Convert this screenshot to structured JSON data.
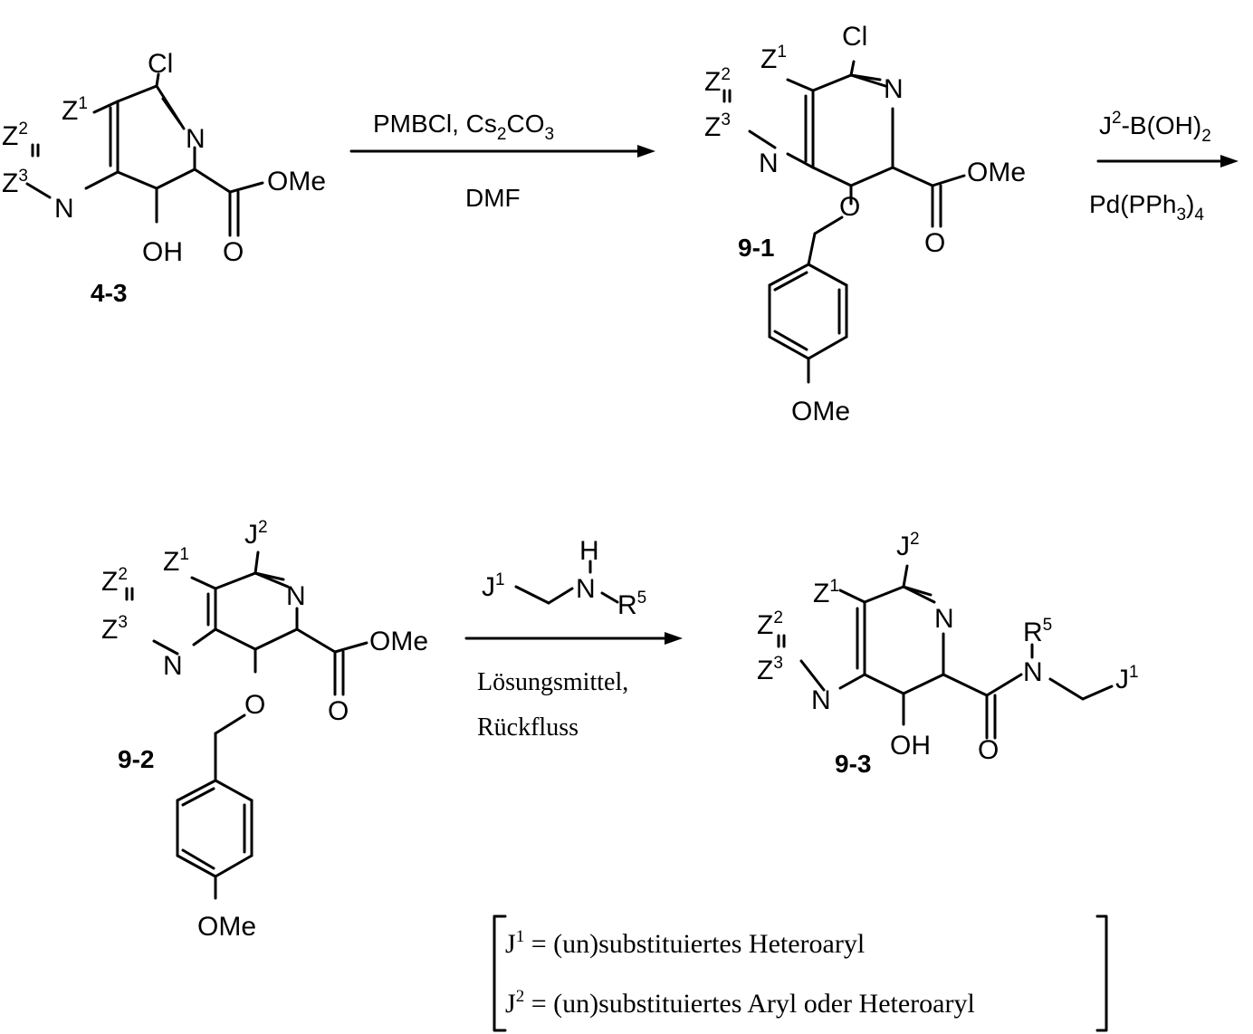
{
  "atoms": {
    "Cl": "Cl",
    "N": "N",
    "O": "O",
    "OH": "OH",
    "OMe": "OMe",
    "Z": "Z",
    "J": "J",
    "R": "R",
    "H": "H",
    "sup1": "1",
    "sup2": "2",
    "sup3": "3",
    "sup5": "5"
  },
  "compounds": {
    "c43": "4-3",
    "c91": "9-1",
    "c92": "9-2",
    "c93": "9-3"
  },
  "reaction1": {
    "above_a": "PMBCl, Cs",
    "above_sub": "2",
    "above_b": "CO",
    "above_sub2": "3",
    "below": "DMF"
  },
  "reaction2": {
    "above_a": "-B(OH)",
    "above_sub": "2",
    "below_a": "Pd(PPh",
    "below_sub": "3",
    "below_b": ")",
    "below_sub2": "4"
  },
  "reaction3": {
    "below_line1": "Lösungsmittel,",
    "below_line2": "Rückfluss"
  },
  "legend": {
    "line1": " = (un)substituiertes Heteroaryl",
    "line2": " = (un)substituiertes Aryl oder Heteroaryl"
  }
}
